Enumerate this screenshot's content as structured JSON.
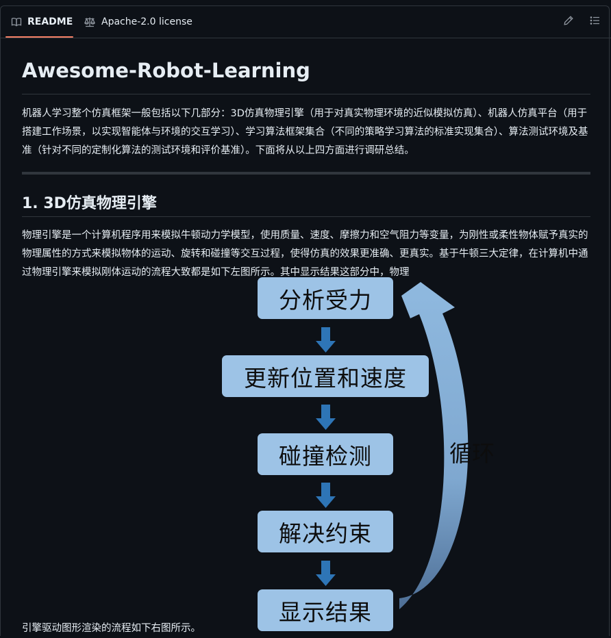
{
  "tabs": {
    "readme_label": "README",
    "license_label": "Apache-2.0 license"
  },
  "readme": {
    "title": "Awesome-Robot-Learning",
    "intro": "机器人学习整个仿真框架一般包括以下几部分：3D仿真物理引擎（用于对真实物理环境的近似模拟仿真）、机器人仿真平台（用于搭建工作场景，以实现智能体与环境的交互学习）、学习算法框架集合（不同的策略学习算法的标准实现集合）、算法测试环境及基准（针对不同的定制化算法的测试环境和评价基准）。下面将从以上四方面进行调研总结。",
    "section1_heading": "1. 3D仿真物理引擎",
    "section1_paragraph": "物理引擎是一个计算机程序用来模拟牛顿动力学模型，使用质量、速度、摩擦力和空气阻力等变量，为刚性或柔性物体赋予真实的物理属性的方式来模拟物体的运动、旋转和碰撞等交互过程，使得仿真的效果更准确、更真实。基于牛顿三大定律，在计算机中通过物理引擎来模拟刚体运动的流程大致都是如下左图所示。其中显示结果这部分中，物理",
    "section1_continuation": "引擎驱动图形渲染的流程如下右图所示。"
  },
  "diagram": {
    "steps": [
      "分析受力",
      "更新位置和速度",
      "碰撞检测",
      "解决约束",
      "显示结果"
    ],
    "loop_label": "循环",
    "box_color": "#9dc3e6",
    "arrow_color": "#2e75b6"
  },
  "colors": {
    "background": "#0d1117",
    "text": "#e6edf3",
    "border": "#30363d",
    "tab_underline": "#f78166"
  }
}
